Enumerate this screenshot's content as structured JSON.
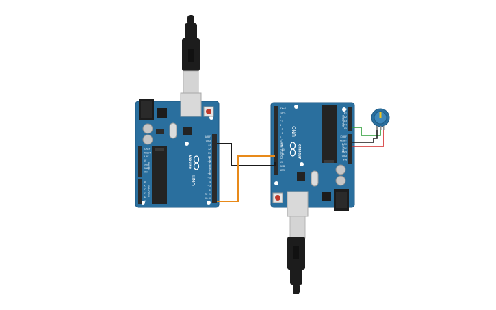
{
  "board_left": {
    "logo_text": "ARDUINO",
    "model_text": "UNO",
    "header_title_digital": "DIGITAL (PWM~)",
    "header_title_power": "POWER",
    "header_title_analog": "ANALOG IN",
    "power_pins": [
      "IOREF",
      "RESET",
      "3.3V",
      "5V",
      "GND",
      "GND",
      "VIN"
    ],
    "analog_pins": [
      "A0",
      "A1",
      "A2",
      "A3",
      "A4",
      "A5"
    ],
    "digital_pins_top": [
      "AREF",
      "GND",
      "13",
      "12",
      "~11",
      "~10",
      "~9",
      "8"
    ],
    "digital_pins_bottom": [
      "7",
      "~6",
      "~5",
      "4",
      "~3",
      "2",
      "TX→1",
      "RX←0"
    ]
  },
  "board_right": {
    "logo_text": "ARDUINO",
    "model_text": "UNO",
    "header_title_digital": "DIGITAL (PWM~)",
    "header_title_power": "POWER",
    "header_title_analog": "ANALOG IN",
    "power_pins": [
      "IOREF",
      "RESET",
      "3.3V",
      "5V",
      "GND",
      "GND",
      "VIN"
    ],
    "analog_pins": [
      "A0",
      "A1",
      "A2",
      "A3",
      "A4",
      "A5"
    ],
    "digital_pins_top": [
      "AREF",
      "GND",
      "13",
      "12",
      "~11",
      "~10",
      "~9",
      "8"
    ],
    "digital_pins_bottom": [
      "7",
      "~6",
      "~5",
      "4",
      "~3",
      "2",
      "TX→1",
      "RX←0"
    ]
  },
  "colors": {
    "board": "#2a6f9e",
    "board_edge": "#1f5a84",
    "header": "#2b2b2b",
    "chip": "#232323",
    "wire_black": "#1a1a1a",
    "wire_orange": "#e88a1a",
    "wire_green": "#2f9e3a",
    "wire_red": "#d22a2a",
    "cable": "#1c1c1c",
    "connector_metal": "#d4d4d4",
    "pot_body": "#2a6f9e",
    "pot_knob": "#f0c21e"
  }
}
